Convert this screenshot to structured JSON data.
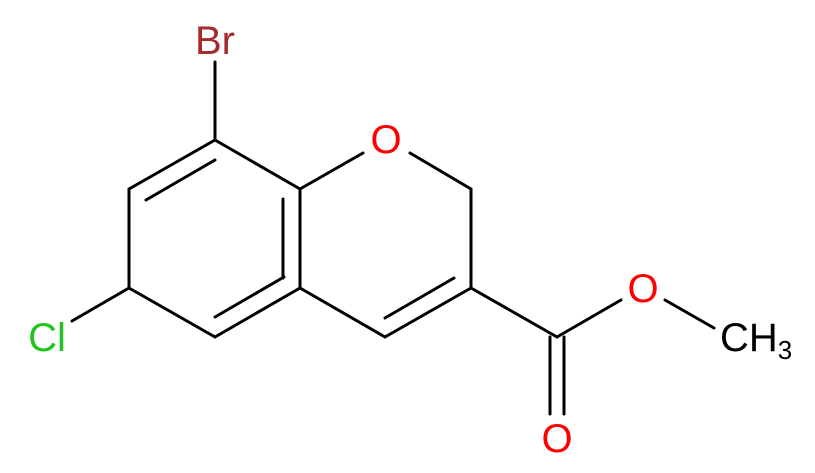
{
  "molecule": {
    "atoms": {
      "br": {
        "symbol": "Br",
        "color": "#a52a2a"
      },
      "o_ring": {
        "symbol": "O",
        "color": "#ff0000"
      },
      "cl": {
        "symbol": "Cl",
        "color": "#22c41e"
      },
      "o_ester": {
        "symbol": "O",
        "color": "#ff0000"
      },
      "o_carbonyl": {
        "symbol": "O",
        "color": "#ff0000"
      },
      "methyl": {
        "symbol": "CH",
        "subscript": "3",
        "color": "#000000"
      }
    },
    "bond_color": "#000000"
  }
}
